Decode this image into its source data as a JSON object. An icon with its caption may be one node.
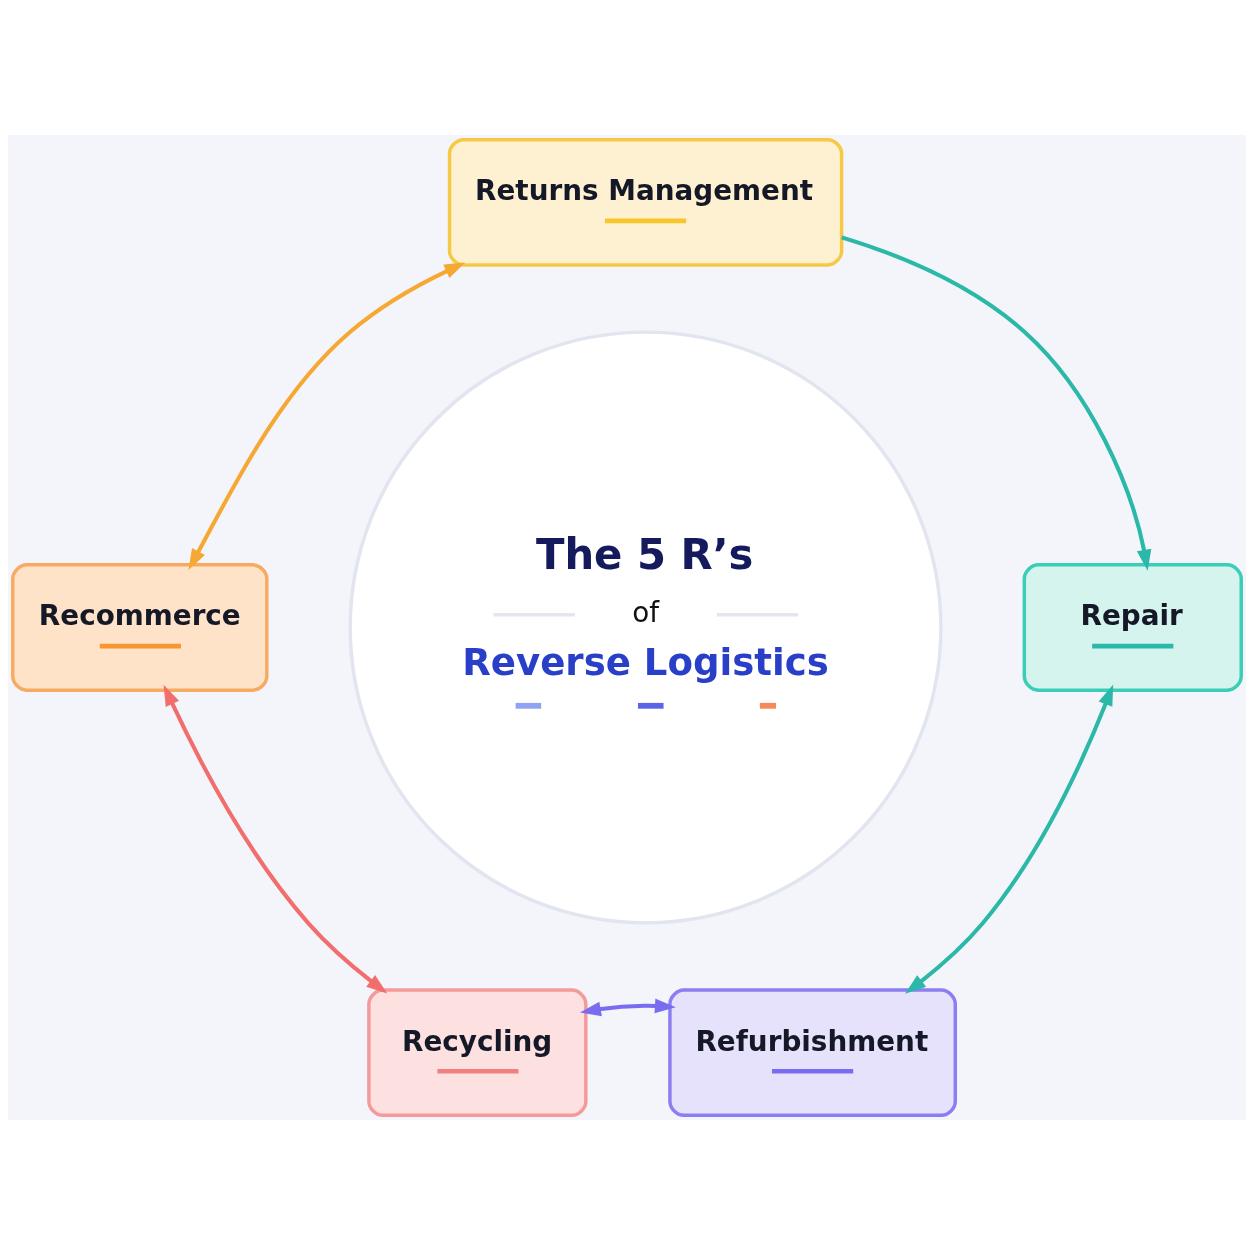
{
  "diagram": {
    "nodes": [
      {
        "text": [
          "The 5 R’s",
          "of",
          "Reverse Logistics"
        ]
      },
      {
        "text": [
          "Returns Management"
        ]
      },
      {
        "text": [
          "Repair"
        ]
      },
      {
        "text": [
          "Refurbishment"
        ]
      },
      {
        "text": [
          "Recycling"
        ]
      },
      {
        "text": [
          "Recommerce"
        ]
      }
    ],
    "edges": [
      {
        "from": 1,
        "to": 2,
        "arrow": "to",
        "color": "#2bb8a8"
      },
      {
        "from": 2,
        "to": 3,
        "arrow": "both",
        "color": "#2bb8a8"
      },
      {
        "from": 3,
        "to": 4,
        "arrow": "both",
        "color": "#7a6cf0"
      },
      {
        "from": 4,
        "to": 5,
        "arrow": "both",
        "color": "#f26d6d"
      },
      {
        "from": 5,
        "to": 1,
        "arrow": "both",
        "color": "#f5a833"
      }
    ]
  }
}
